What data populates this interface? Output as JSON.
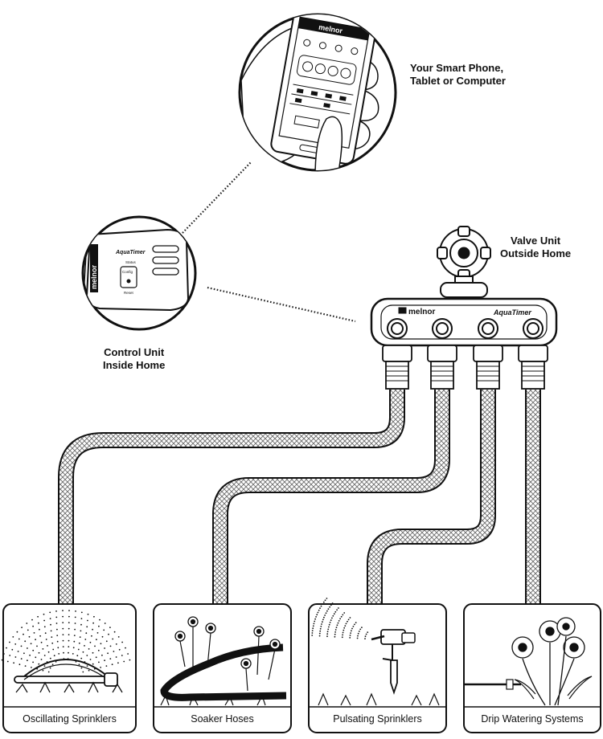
{
  "labels": {
    "phone_line1": "Your Smart Phone,",
    "phone_line2": "Tablet or Computer",
    "valve_line1": "Valve Unit",
    "valve_line2": "Outside Home",
    "control_line1": "Control Unit",
    "control_line2": "Inside Home"
  },
  "brand": {
    "name": "melnor",
    "product": "AquaTimer"
  },
  "device_text": {
    "button_top": "Status",
    "button_mid": "Config",
    "button_bottom": "Reset"
  },
  "panels": [
    {
      "caption": "Oscillating Sprinklers",
      "icon": "oscillating-sprinkler-icon"
    },
    {
      "caption": "Soaker Hoses",
      "icon": "soaker-hose-icon"
    },
    {
      "caption": "Pulsating Sprinklers",
      "icon": "pulsating-sprinkler-icon"
    },
    {
      "caption": "Drip Watering Systems",
      "icon": "drip-watering-icon"
    }
  ],
  "colors": {
    "ink": "#111111",
    "hose": "#555555",
    "background": "#ffffff"
  }
}
